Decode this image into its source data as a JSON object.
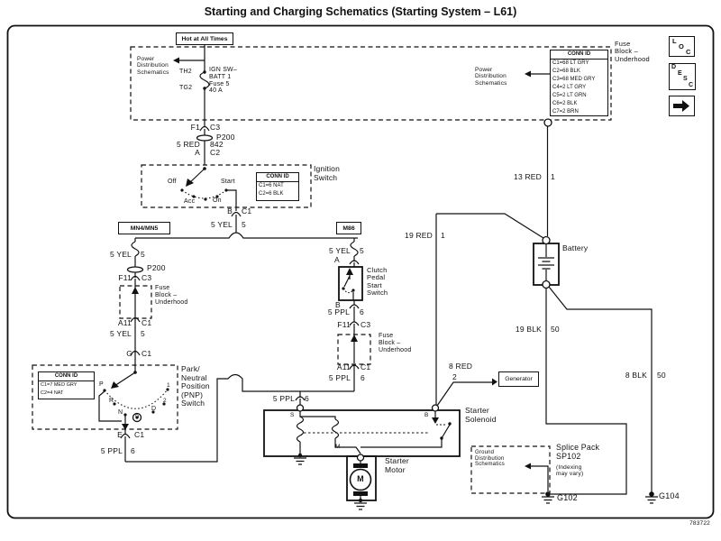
{
  "title": "Starting and Charging Schematics (Starting System – L61)",
  "doc_number": "783722",
  "top_left": {
    "hot": "Hot at All Times",
    "power_dist": "Power\nDistribution\nSchematics",
    "th2": "TH2",
    "tg2": "TG2",
    "fuse_desc": "IGN SW–\nBATT 1\nFuse 5\n40 A",
    "f1": "F1",
    "c3": "C3",
    "p200": "P200",
    "w_5red": "5 RED",
    "w_842": "842",
    "term_a": "A",
    "c2": "C2"
  },
  "ignition": {
    "label": "Ignition\nSwitch",
    "off": "Off",
    "acc": "Acc",
    "on": "On",
    "start": "Start",
    "conn_title": "CONN ID",
    "conn_rows": [
      "C1=6 NAT",
      "C2=6 BLK"
    ],
    "term_b": "B",
    "c1": "C1",
    "w_5yel": "5 YEL",
    "g": "5"
  },
  "connectors": {
    "mn4mn5": "MN4/MN5",
    "m86": "M86"
  },
  "pnp": {
    "w_5yel1": "5 YEL",
    "g1": "5",
    "p200": "P200",
    "f11": "F11",
    "c3": "C3",
    "fuse_block": "Fuse\nBlock –\nUnderhood",
    "a11": "A11",
    "c1a": "C1",
    "w_5yel2": "5 YEL",
    "g2": "5",
    "term_g": "G",
    "c1b": "C1",
    "conn_title": "CONN ID",
    "conn_rows": [
      "C1=7 MED GRY",
      "C2=4 NAT"
    ],
    "pos_p": "P",
    "pos_r": "R",
    "pos_n": "N",
    "pos_d1": "D",
    "pos_d2": "D",
    "pos_2": "2",
    "pos_1": "1",
    "label": "Park/\nNeutral\nPosition\n(PNP)\nSwitch",
    "term_e": "E",
    "c1c": "C1",
    "w_5ppl": "5 PPL",
    "g3": "6"
  },
  "clutch": {
    "w_5yel": "5 YEL",
    "g1": "5",
    "term_a": "A",
    "label": "Clutch\nPedal\nStart\nSwitch",
    "term_b": "B",
    "w_5ppl1": "5 PPL",
    "g2": "6",
    "f11": "F11",
    "c3": "C3",
    "fuse_block": "Fuse\nBlock –\nUnderhood",
    "a11": "A11",
    "c1": "C1",
    "w_5ppl2": "5 PPL",
    "g3": "6"
  },
  "solenoid": {
    "w_5ppl": "5 PPL",
    "g1": "6",
    "term_s": "S",
    "term_b": "B",
    "term_m": "M",
    "label": "Starter\nSolenoid",
    "motor_label": "Starter\nMotor",
    "motor_m": "M"
  },
  "right": {
    "power_dist": "Power\nDistribution\nSchematics",
    "fuse_block": "Fuse\nBlock –\nUnderhood",
    "conn_title": "CONN ID",
    "conn_rows": [
      "C1=68 LT GRY",
      "C2=68 BLK",
      "C3=68 MED GRY",
      "C4=2 LT GRY",
      "C5=2 LT GRN",
      "C6=2 BLK",
      "C7=2 BRN"
    ],
    "w_13red": "13 RED",
    "g13": "1",
    "w_19red": "19 RED",
    "g19": "1",
    "battery": "Battery",
    "w_19blk": "19 BLK",
    "g19b": "50",
    "w_8red": "8 RED",
    "g8": "2",
    "generator": "Generator",
    "w_8blk": "8 BLK",
    "g8b": "50",
    "ground_dist": "Ground\nDistribution\nSchematics",
    "splice": "Splice Pack\nSP102",
    "splice_note": "(Indexing\nmay vary)",
    "g102": "G102",
    "g104": "G104"
  },
  "icons": {
    "loc": [
      "L",
      "O",
      "C"
    ],
    "desc": [
      "D",
      "E",
      "S",
      "C"
    ]
  }
}
